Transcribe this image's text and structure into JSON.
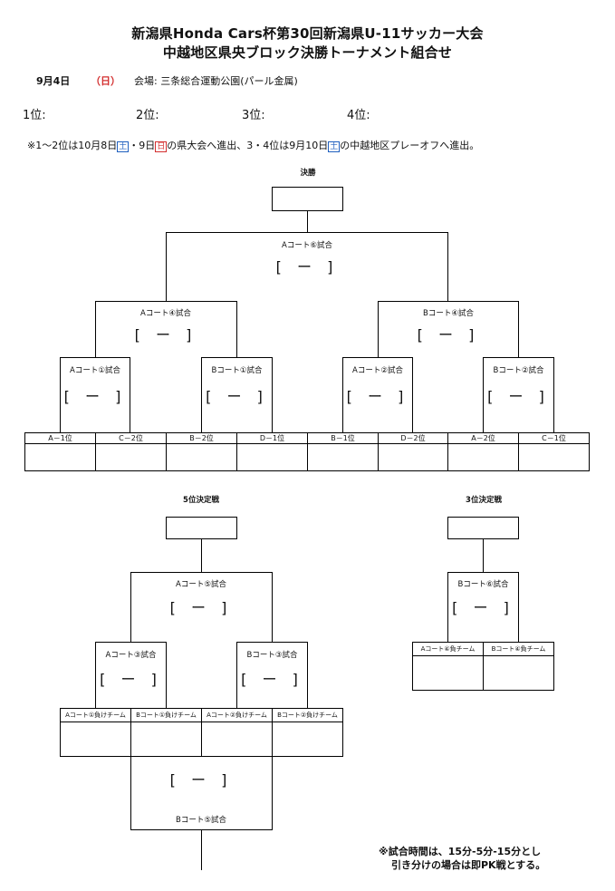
{
  "header": {
    "title1": "新潟県Honda Cars杯第30回新潟県U-11サッカー大会",
    "title2": "中越地区県央ブロック決勝トーナメント組合せ"
  },
  "info": {
    "date": "9月4日",
    "weekday": "（日）",
    "venue": "会場: 三条総合運動公園(パール金属)"
  },
  "places": [
    "1位:",
    "2位:",
    "3位:",
    "4位:"
  ],
  "note": {
    "prefix": "※1～2位は10月8日",
    "d1": "土",
    "mid1": "・9日",
    "d2": "日",
    "mid2": "の県大会へ進出、3・4位は9月10日",
    "d3": "土",
    "suffix": "の中越地区プレーオフへ進出。"
  },
  "final": {
    "heading": "決勝",
    "match_final": "Aコート⑥試合",
    "semis": [
      "Aコート④試合",
      "Bコート④試合"
    ],
    "quarters": [
      "Aコート①試合",
      "Bコート①試合",
      "Aコート②試合",
      "Bコート②試合"
    ],
    "seeds": [
      "A－1位",
      "C－2位",
      "B－2位",
      "D－1位",
      "B－1位",
      "D－2位",
      "A－2位",
      "C－1位"
    ],
    "score": "[  ー  ]"
  },
  "fifth": {
    "heading": "5位決定戦",
    "match_top": "Aコート⑤試合",
    "semis": [
      "Aコート③試合",
      "Bコート③試合"
    ],
    "seeds": [
      "Aコート①負けチーム",
      "Bコート①負けチーム",
      "Aコート②負けチーム",
      "Bコート②負けチーム"
    ],
    "match_bottom": "Bコート⑤試合"
  },
  "third": {
    "heading": "3位決定戦",
    "match": "Bコート⑥試合",
    "seeds": [
      "Aコート④負チーム",
      "Bコート④負チーム"
    ]
  },
  "footnote": {
    "line1": "※試合時間は、15分-5分-15分とし",
    "line2": "引き分けの場合は即PK戦とする。"
  }
}
